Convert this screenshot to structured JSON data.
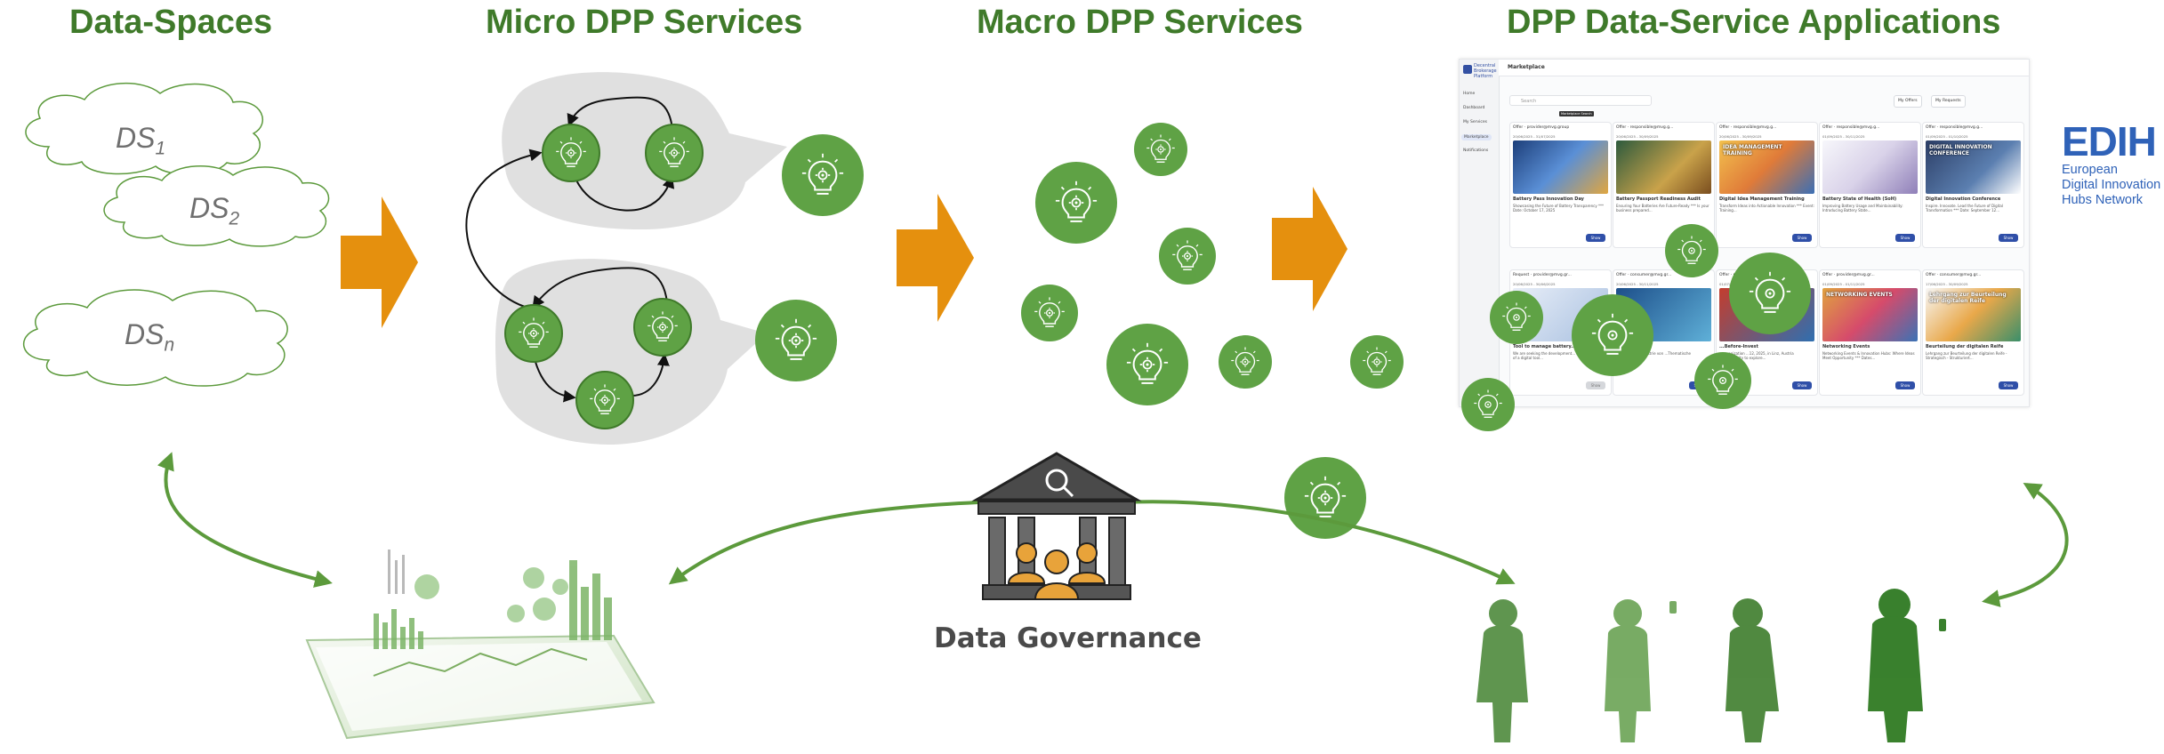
{
  "titles": {
    "data_spaces": "Data-Spaces",
    "micro": "Micro DPP Services",
    "macro": "Macro DPP Services",
    "applications": "DPP Data-Service Applications"
  },
  "data_spaces": [
    {
      "base": "DS",
      "sub": "1"
    },
    {
      "base": "DS",
      "sub": "2"
    },
    {
      "base": "DS",
      "sub": "n"
    }
  ],
  "governance_label": "Data Governance",
  "icons": {
    "service": "lightbulb-gear-icon",
    "arrow": "orange-chevron-arrow",
    "governance": "institution-magnifier-people-icon",
    "dashboard": "tablet-dashboard-illustration",
    "users": "people-with-phones-illustration"
  },
  "colors": {
    "title_green": "#3f7a2a",
    "service_green": "#5fa245",
    "flow_green": "#5c9a3c",
    "arrow_orange": "#e5900e",
    "bubble_grey": "#e0e0e0",
    "governance_orange": "#e8a33a"
  },
  "marketplace": {
    "brand": "Decentral Brokerage Platform",
    "page": "Marketplace",
    "nav": [
      "Home",
      "Dashboard",
      "My Services",
      "Marketplace",
      "Notifications"
    ],
    "search_placeholder": "Search",
    "tooltip": "Marketplace Search",
    "filters": [
      "My Offers",
      "My Requests"
    ],
    "cards": [
      {
        "type": "Offer",
        "owner": "provider@mvg.group",
        "dates": "20/06/2025 - 31/07/2025",
        "title": "Battery Pass Innovation Day",
        "desc": "Showcasing the Future of Battery Transparency *** Date: October 17, 2025",
        "button": "Show"
      },
      {
        "type": "Offer",
        "owner": "responsible@mvg.g...",
        "dates": "20/06/2025 - 30/09/2025",
        "title": "Battery Passport Readiness Audit",
        "desc": "Ensuring Your Batteries Are Future-Ready *** Is your business prepared...",
        "button": "Show"
      },
      {
        "type": "Offer",
        "owner": "responsible@mvg.g...",
        "dates": "20/06/2025 - 30/09/2025",
        "title": "Digital Idea Management Training",
        "desc": "Transform Ideas into Actionable Innovation *** Event: Training...",
        "button": "Show"
      },
      {
        "type": "Offer",
        "owner": "responsible@mvg.g...",
        "dates": "01/09/2025 - 30/11/2025",
        "title": "Battery State of Health (SoH)",
        "desc": "Improving Battery Usage and Maintainability: Introducing Battery State...",
        "button": "Show"
      },
      {
        "type": "Offer",
        "owner": "responsible@mvg.g...",
        "dates": "01/09/2025 - 01/10/2025",
        "title": "Digital Innovation Conference",
        "desc": "Inspire. Innovate. Lead the Future of Digital Transformation *** Date: September 12...",
        "button": "Show"
      },
      {
        "type": "Request",
        "owner": "provider@mvg.gr...",
        "dates": "20/06/2025 - 30/06/2025",
        "title": "Tool to manage battery...",
        "desc": "We are seeking the development... recommendation) of a digital tool...",
        "button": "Show"
      },
      {
        "type": "Offer",
        "owner": "consumer@mvg.gr...",
        "dates": "20/06/2025 - 30/11/2025",
        "title": "... 2025",
        "desc": "...nce for the Industrie von ...Thematische Schwerpunkte...",
        "button": "Show"
      },
      {
        "type": "Offer",
        "owner": "provider@mvg.gr...",
        "dates": "01/07/2025 - 30/11/2025",
        "title": "...Before-Invest",
        "desc": "...organization ...12, 2025, in Linz, Austria ...opportunity to explore...",
        "button": "Show"
      },
      {
        "type": "Offer",
        "owner": "provider@mvg.gr...",
        "dates": "01/09/2025 - 01/11/2025",
        "title": "Networking Events",
        "desc": "Networking Events & Innovation Hubs: Where Ideas Meet Opportunity *** Dates...",
        "button": "Show"
      },
      {
        "type": "Offer",
        "owner": "consumer@mvg.gr...",
        "dates": "17/06/2025 - 30/09/2025",
        "title": "Beurteilung der digitalen Reife",
        "desc": "Lehrgang zur Beurteilung der digitalen Reife - Strategisch - Strukturiert...",
        "button": "Show"
      }
    ],
    "card_image_text": [
      "",
      "",
      "IDEA MANAGEMENT TRAINING",
      "",
      "DIGITAL INNOVATION CONFERENCE",
      "",
      "",
      "",
      "NETWORKING EVENTS",
      "Lehrgang zur Beurteilung der digitalen Reife"
    ]
  },
  "edih": {
    "logo": "EDIH",
    "lines": [
      "European",
      "Digital Innovation",
      "Hubs Network"
    ]
  }
}
